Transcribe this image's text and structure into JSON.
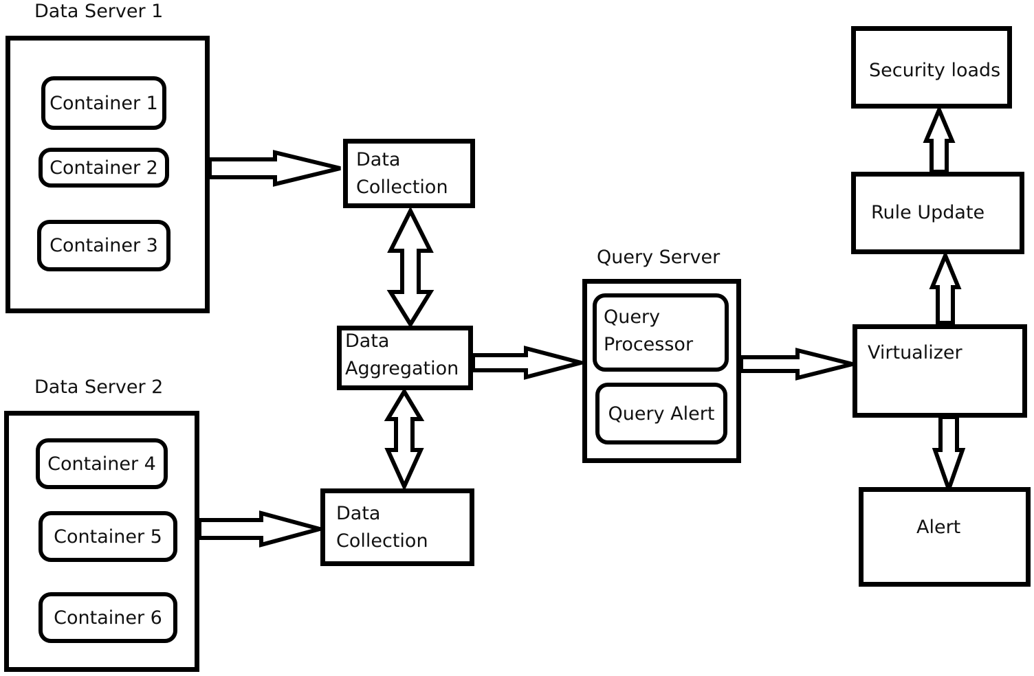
{
  "data_server_1": {
    "label": "Data Server 1",
    "containers": [
      "Container 1",
      "Container 2",
      "Container 3"
    ]
  },
  "data_server_2": {
    "label": "Data Server 2",
    "containers": [
      "Container 4",
      "Container 5",
      "Container 6"
    ]
  },
  "data_collection_top": {
    "line1": "Data",
    "line2": "Collection"
  },
  "data_collection_bottom": {
    "line1": "Data",
    "line2": "Collection"
  },
  "data_aggregation": {
    "line1": "Data",
    "line2": "Aggregation"
  },
  "query_server": {
    "label": "Query Server",
    "query_processor": {
      "line1": "Query",
      "line2": "Processor"
    },
    "query_alert": "Query Alert"
  },
  "virtualizer": "Virtualizer",
  "rule_update": "Rule Update",
  "security_loads": "Security loads",
  "alert": "Alert"
}
